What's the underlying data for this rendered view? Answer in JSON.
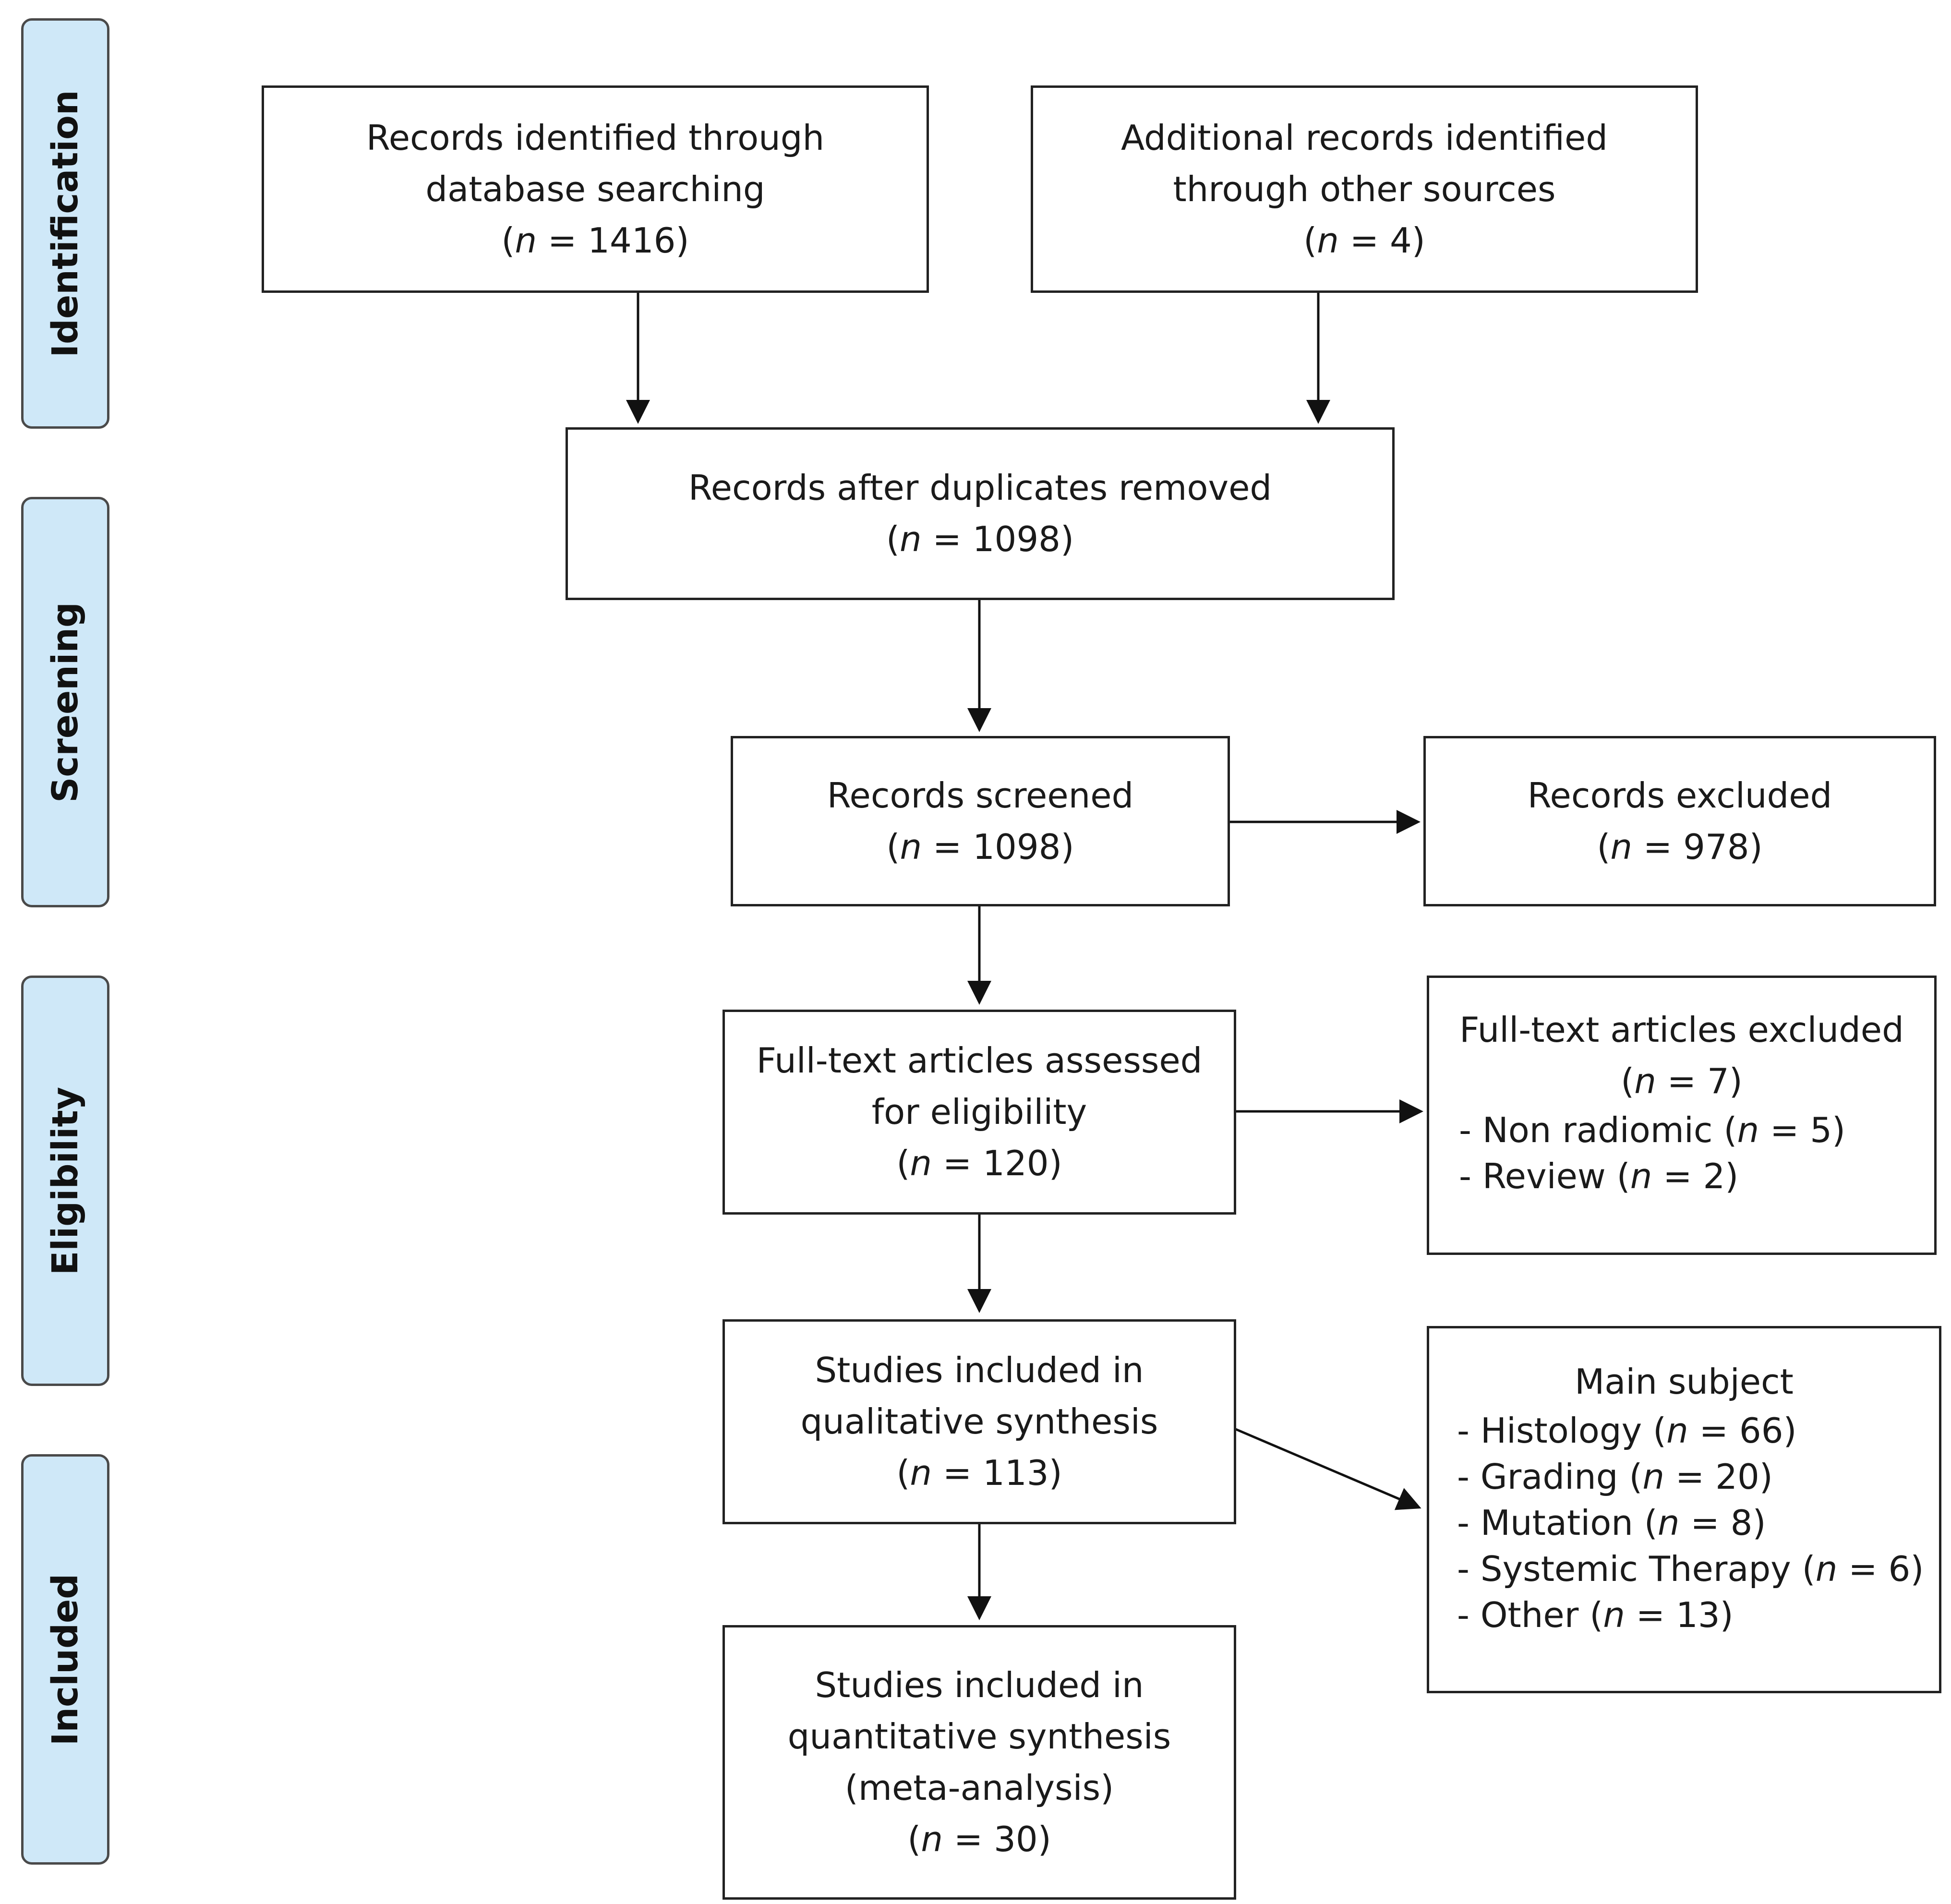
{
  "phases": {
    "identification": "Identification",
    "screening": "Screening",
    "eligibility": "Eligibility",
    "included": "Included"
  },
  "boxes": {
    "database": {
      "line1": "Records identified through",
      "line2": "database searching",
      "n_open": "(",
      "n_var": "n",
      "n_eq": " = ",
      "n_val": "1416",
      "n_close": ")"
    },
    "other_sources": {
      "line1": "Additional records identified",
      "line2": "through other sources",
      "n_open": "(",
      "n_var": "n",
      "n_eq": " = ",
      "n_val": "4",
      "n_close": ")"
    },
    "duplicates_removed": {
      "line1": "Records after duplicates removed",
      "n_open": "(",
      "n_var": "n",
      "n_eq": " = ",
      "n_val": "1098",
      "n_close": ")"
    },
    "screened": {
      "line1": "Records screened",
      "n_open": "(",
      "n_var": "n",
      "n_eq": " = ",
      "n_val": "1098",
      "n_close": ")"
    },
    "excluded": {
      "line1": "Records excluded",
      "n_open": "(",
      "n_var": "n",
      "n_eq": " = ",
      "n_val": "978",
      "n_close": ")"
    },
    "fulltext_assessed": {
      "line1": "Full-text articles assessed",
      "line2": "for eligibility",
      "n_open": "(",
      "n_var": "n",
      "n_eq": " = ",
      "n_val": "120",
      "n_close": ")"
    },
    "fulltext_excluded": {
      "title": "Full-text articles excluded",
      "n_open": "(",
      "n_var": "n",
      "n_eq": " = ",
      "n_val": "7",
      "n_close": ")",
      "items": [
        {
          "label": "- Non radiomic (",
          "n_var": "n",
          "n_eq": " = ",
          "n_val": "5",
          "close": ")"
        },
        {
          "label": "- Review (",
          "n_var": "n",
          "n_eq": " = ",
          "n_val": "2",
          "close": ")"
        }
      ]
    },
    "qualitative": {
      "line1": "Studies included in",
      "line2": "qualitative synthesis",
      "n_open": "(",
      "n_var": "n",
      "n_eq": " = ",
      "n_val": "113",
      "n_close": ")"
    },
    "main_subject": {
      "title": "Main subject",
      "items": [
        {
          "label": "- Histology (",
          "n_var": "n",
          "n_eq": " = ",
          "n_val": "66",
          "close": ")"
        },
        {
          "label": "- Grading (",
          "n_var": "n",
          "n_eq": " = ",
          "n_val": "20",
          "close": ")"
        },
        {
          "label": "- Mutation (",
          "n_var": "n",
          "n_eq": " = ",
          "n_val": "8",
          "close": ")"
        },
        {
          "label": "- Systemic Therapy (",
          "n_var": "n",
          "n_eq": " = ",
          "n_val": "6",
          "close": ")"
        },
        {
          "label": "- Other (",
          "n_var": "n",
          "n_eq": " = ",
          "n_val": "13",
          "close": ")"
        }
      ]
    },
    "quantitative": {
      "line1": "Studies included in",
      "line2": "quantitative synthesis",
      "line3": "(meta-analysis)",
      "n_open": "(",
      "n_var": "n",
      "n_eq": " = ",
      "n_val": "30",
      "n_close": ")"
    }
  },
  "colors": {
    "phase_fill": "#cfe8f8",
    "phase_border": "#4a4a4a",
    "box_border": "#222222"
  }
}
